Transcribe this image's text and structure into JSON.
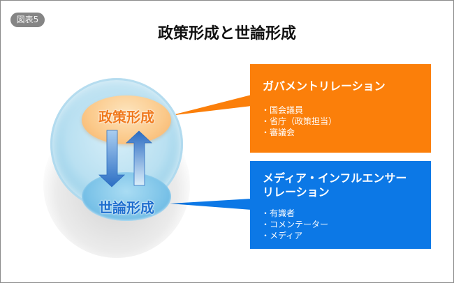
{
  "figure": {
    "badge": "図表5",
    "title": "政策形成と世論形成"
  },
  "sphere": {
    "top_node": "政策形成",
    "bottom_node": "世論形成",
    "arrows": [
      "down-arrow",
      "up-arrow"
    ]
  },
  "boxes": {
    "government": {
      "title": "ガバメントリレーション",
      "items": [
        "国会議員",
        "省庁（政策担当）",
        "審議会"
      ],
      "color": "#fb7f0a"
    },
    "media": {
      "title_line1": "メディア・インフルエンサー",
      "title_line2": "リレーション",
      "items": [
        "有識者",
        "コメンテーター",
        "メディア"
      ],
      "color": "#0c78e6"
    }
  }
}
